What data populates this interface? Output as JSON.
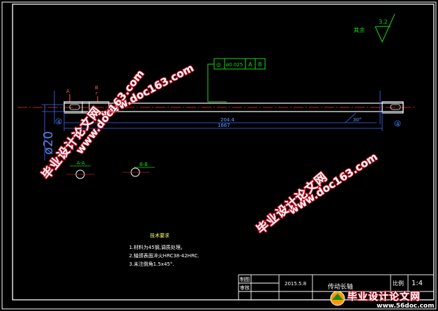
{
  "drawing": {
    "roughness": {
      "label": "其余",
      "value": "3.2"
    },
    "tolerance_frame": {
      "symbol": "◎",
      "value": "ø0.025",
      "datum_a": "A",
      "datum_b": "B"
    },
    "section_marks": {
      "a": "A",
      "b": "B",
      "b_sub": "r"
    },
    "dimensions": {
      "length_1": "204.4",
      "length_2": "1667",
      "diameter": "ø20",
      "chamfer_angle": "30°",
      "left_small": "4",
      "right_small": "4"
    },
    "section_views": {
      "a_label": "A-A",
      "b_label": "B-B"
    },
    "notes": {
      "title": "技术要求",
      "items": [
        "1.材料为45钢,调质处理。",
        "2.轴颈表面淬火HRC38-42HRC.",
        "3.未注倒角1.5x45°."
      ]
    }
  },
  "title_block": {
    "date": "2015.5.8",
    "part_name": "传动长轴",
    "scale_label": "比例",
    "scale_value": "1:4",
    "row_labels": [
      "制图",
      "审核"
    ]
  },
  "watermarks": {
    "cn_text": "毕业设计论文网",
    "url": "www.doc163.com",
    "footer_cn": "毕业设计论文网",
    "footer_url": "www.56doc.com"
  },
  "colors": {
    "background": "#000000",
    "frame": "#ffffff",
    "shaft": "#ffffff",
    "centerline": "#ff2a2a",
    "dimension": "#3b6cff",
    "tolerance": "#19d719",
    "watermark_fill": "#ffffff",
    "watermark_stroke": "#d0122a"
  }
}
